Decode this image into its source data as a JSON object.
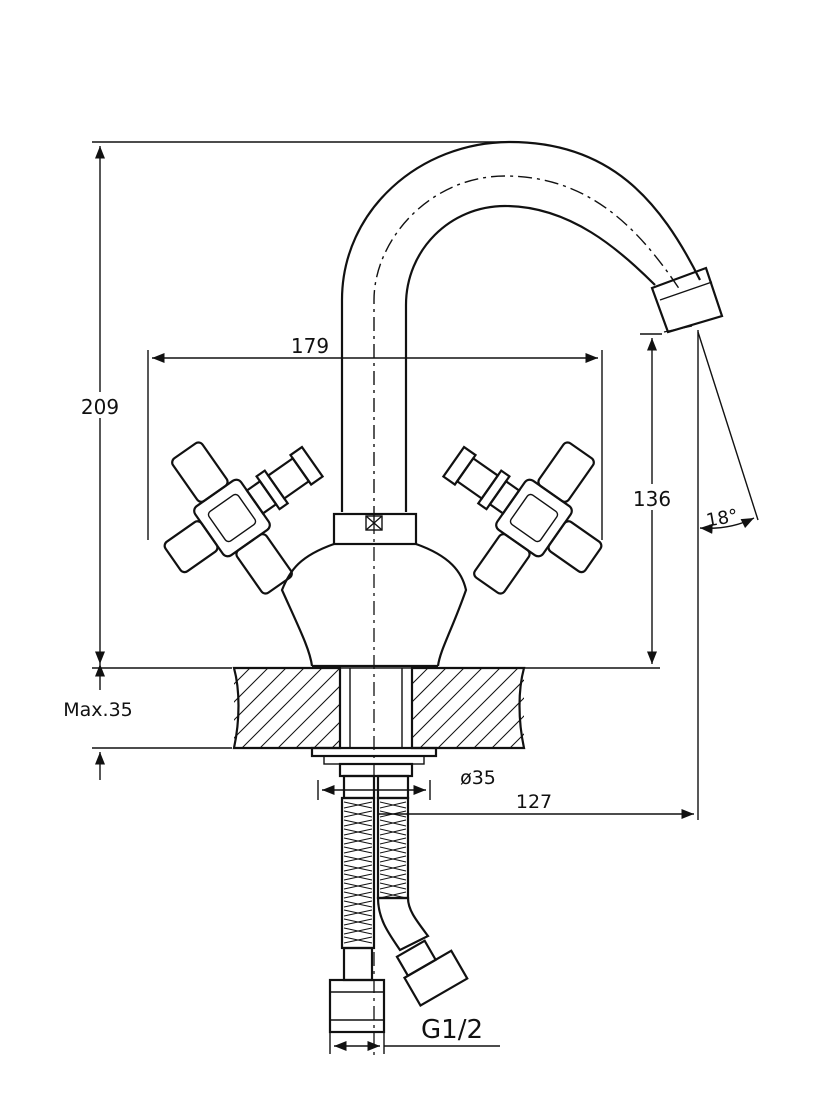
{
  "dimensions": {
    "height_total": "209",
    "width_handles": "179",
    "spout_height": "136",
    "spout_angle": "18°",
    "max_countertop": "Max.35",
    "hole_diameter": "ø35",
    "spout_reach": "127",
    "thread": "G1/2"
  },
  "colors": {
    "line": "#111111",
    "background": "#ffffff"
  }
}
